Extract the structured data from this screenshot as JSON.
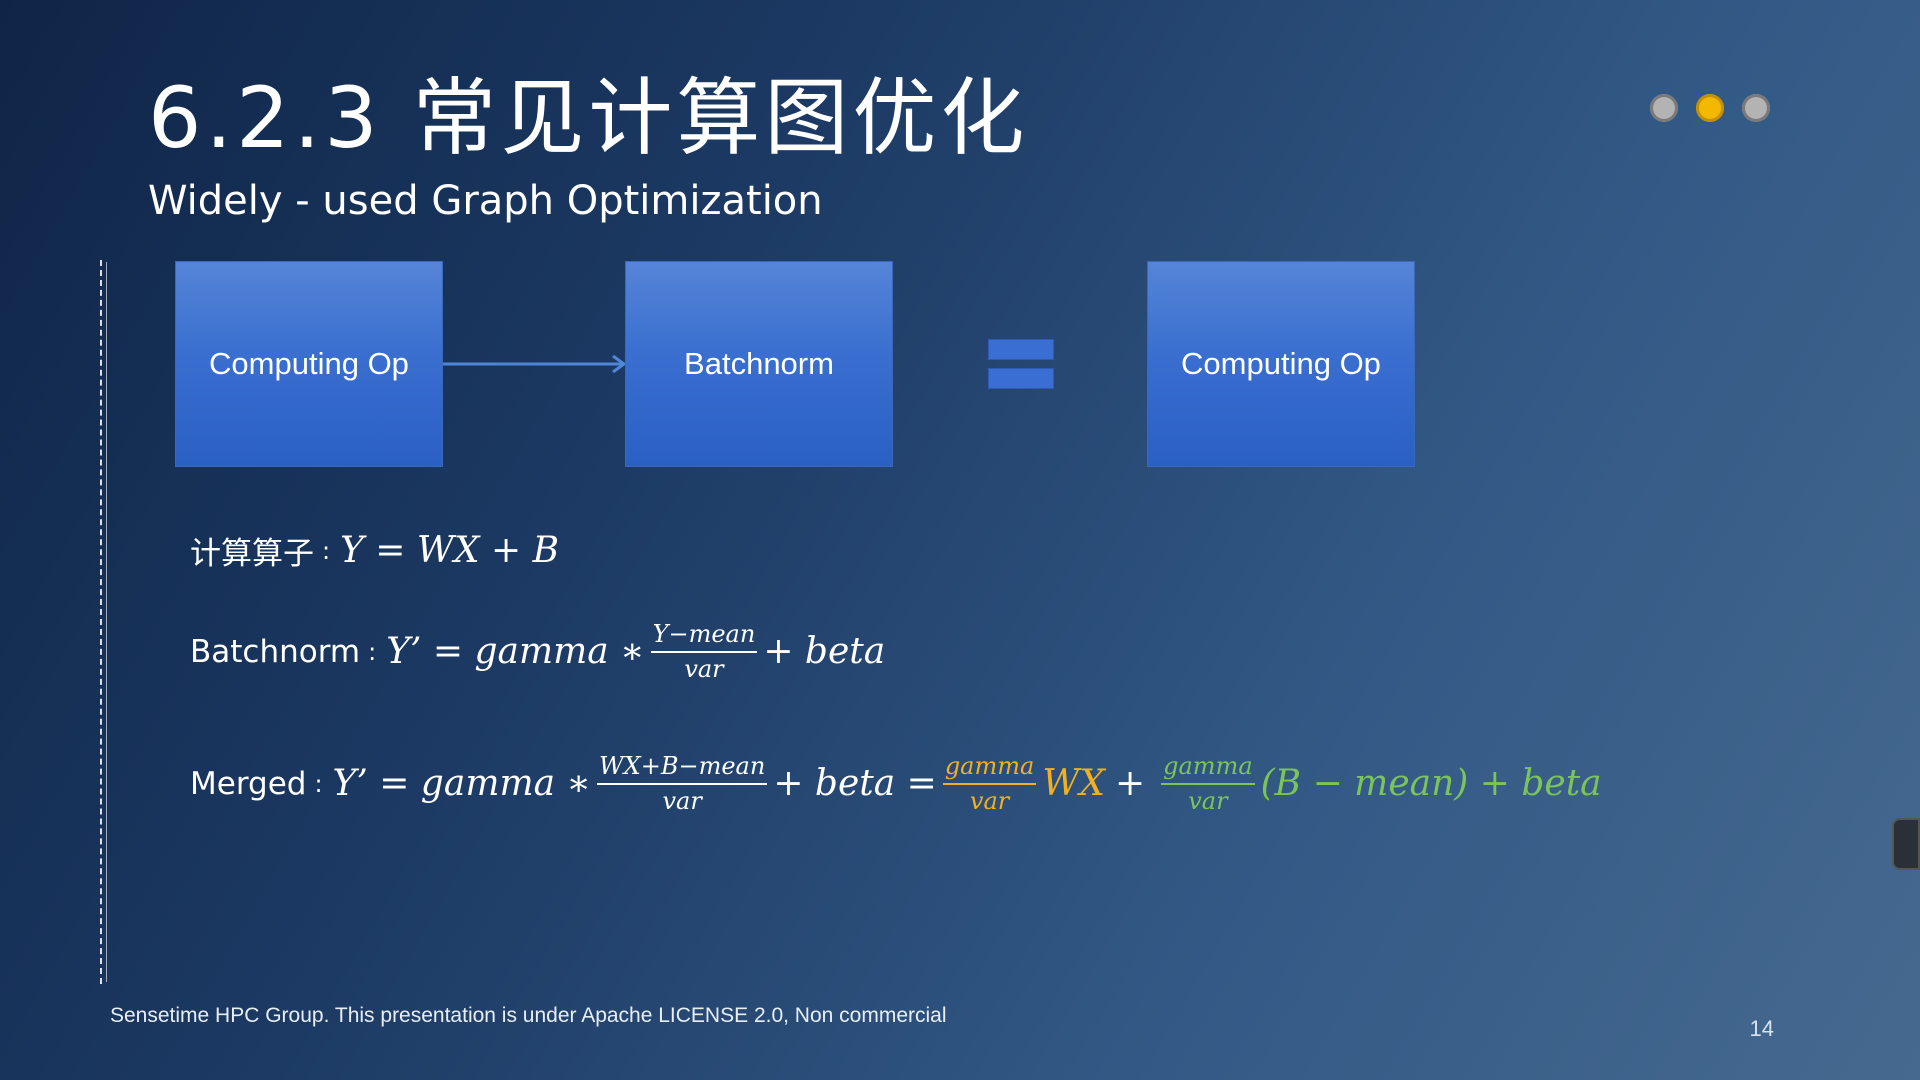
{
  "slide": {
    "title": "6.2.3  常见计算图优化",
    "subtitle": "Widely - used Graph Optimization",
    "page_number": "14",
    "footer": "Sensetime HPC Group. This presentation is under Apache LICENSE 2.0, Non commercial"
  },
  "nav_dots": [
    {
      "name": "dot-1",
      "color": "#b3b3b3",
      "active": false
    },
    {
      "name": "dot-2",
      "color": "#f5b800",
      "active": true
    },
    {
      "name": "dot-3",
      "color": "#b3b3b3",
      "active": false
    }
  ],
  "diagram": {
    "box1": "Computing Op",
    "box2": "Batchnorm",
    "box3": "Computing Op"
  },
  "formulas": {
    "compute": {
      "label": "计算算子",
      "sep": ":",
      "expr": "Y = WX + B"
    },
    "batchnorm": {
      "label": "Batchnorm",
      "sep": ":",
      "lhs": "Y’ = gamma ∗",
      "num": "Y−mean",
      "den": "var",
      "rhs": "+ beta"
    },
    "merged": {
      "label": "Merged",
      "sep": ":",
      "lhs": "Y’ = gamma ∗",
      "num1": "WX+B−mean",
      "den1": "var",
      "mid": "+ beta =",
      "num2": "gamma",
      "den2": "var",
      "wx": "WX",
      "plus": "+",
      "num3": "gamma",
      "den3": "var",
      "tail": "(B − mean) + beta"
    }
  },
  "colors": {
    "orange": "#f2b01f",
    "green": "#7cc45a",
    "box_blue": "#3a6fd0"
  }
}
